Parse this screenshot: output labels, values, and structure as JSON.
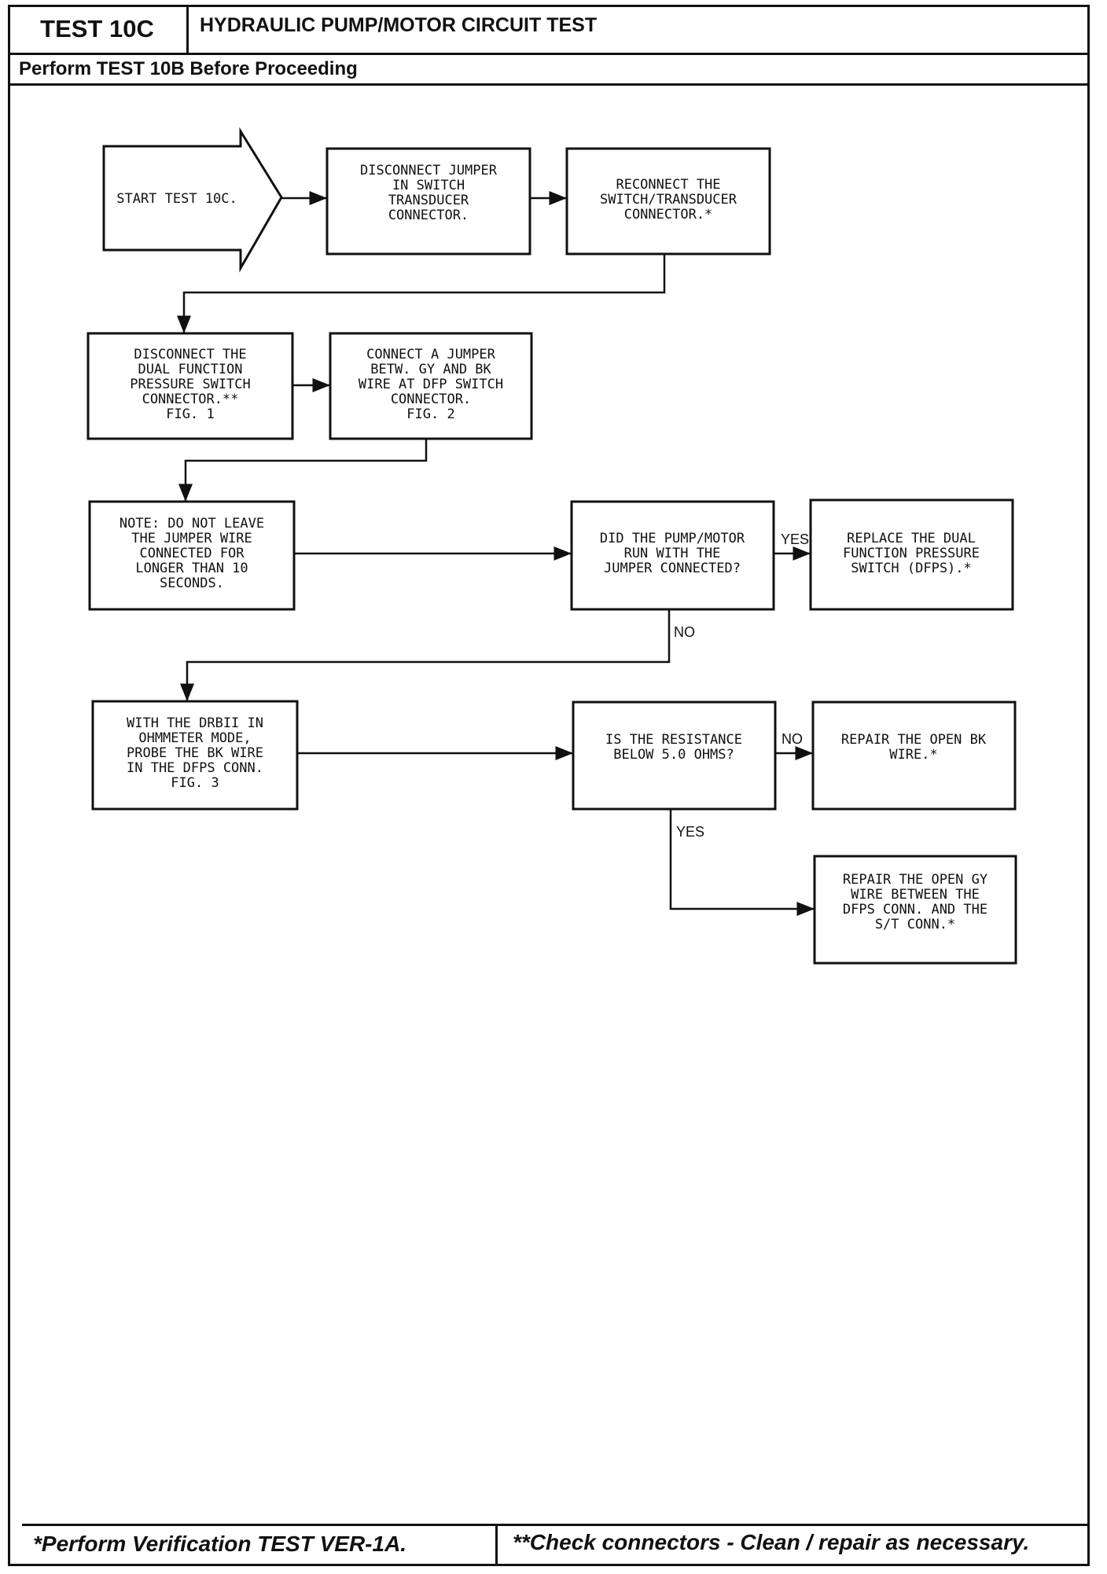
{
  "header": {
    "test_id": "TEST 10C",
    "title": "HYDRAULIC PUMP/MOTOR CIRCUIT TEST",
    "prerequisite": "Perform TEST 10B Before Proceeding"
  },
  "flowchart": {
    "start": [
      "START TEST 10C."
    ],
    "disconnect_jumper": [
      "DISCONNECT JUMPER",
      "IN SWITCH",
      "TRANSDUCER",
      "CONNECTOR."
    ],
    "reconnect_switch": [
      "RECONNECT THE",
      "SWITCH/TRANSDUCER",
      "CONNECTOR.*"
    ],
    "disconnect_dfps": [
      "DISCONNECT THE",
      "DUAL FUNCTION",
      "PRESSURE SWITCH",
      "CONNECTOR.**",
      "FIG. 1"
    ],
    "connect_jumper": [
      "CONNECT A JUMPER",
      "BETW. GY AND BK",
      "WIRE AT DFP SWITCH",
      "CONNECTOR.",
      "FIG. 2"
    ],
    "note": [
      "NOTE: DO NOT LEAVE",
      "THE JUMPER WIRE",
      "CONNECTED FOR",
      "LONGER THAN 10",
      "SECONDS."
    ],
    "pump_question": [
      "DID THE PUMP/MOTOR",
      "RUN WITH THE",
      "JUMPER CONNECTED?"
    ],
    "replace_dfps": [
      "REPLACE THE DUAL",
      "FUNCTION PRESSURE",
      "SWITCH (DFPS).*"
    ],
    "probe_bk": [
      "WITH THE DRBII IN",
      "OHMMETER MODE,",
      "PROBE THE BK WIRE",
      "IN THE DFPS CONN.",
      "FIG. 3"
    ],
    "resistance_question": [
      "IS THE RESISTANCE",
      "BELOW 5.0 OHMS?"
    ],
    "repair_bk": [
      "REPAIR THE OPEN BK",
      "WIRE.*"
    ],
    "repair_gy": [
      "REPAIR THE OPEN GY",
      "WIRE BETWEEN THE",
      "DFPS CONN. AND THE",
      "S/T CONN.*"
    ],
    "labels": {
      "yes": "YES",
      "no": "NO"
    }
  },
  "footer": {
    "left": "*Perform Verification TEST VER-1A.",
    "right": "**Check connectors - Clean / repair as necessary."
  }
}
